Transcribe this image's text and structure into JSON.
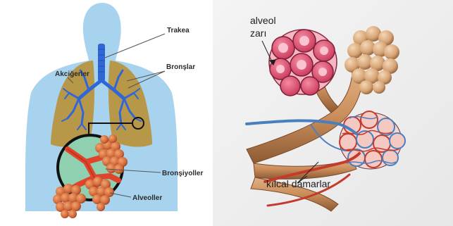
{
  "left_panel": {
    "labels": {
      "trachea": "Trakea",
      "lungs": "Akciğerler",
      "bronchi": "Bronşlar",
      "bronchioles": "Bronşiyoller",
      "alveoli": "Alveoller"
    },
    "colors": {
      "body": "#a8d3ef",
      "lung": "#b9913a",
      "airway": "#2f67d6",
      "inset_fill": "#8fd0b0",
      "bronchiole": "#e0442a",
      "alveoli": "#d9733f"
    }
  },
  "right_panel": {
    "labels": {
      "alveolar_wall_line1": "alveol",
      "alveolar_wall_line2": "zarı",
      "capillaries": "kılcal damarlar"
    },
    "colors": {
      "background": "#efefef",
      "bronchiole": "#c98d5a",
      "sectioned_alveoli": "#e55a78",
      "intact_alveoli": "#d9a878",
      "capillary_red": "#c63a2c",
      "capillary_blue": "#4a7fbf"
    }
  }
}
